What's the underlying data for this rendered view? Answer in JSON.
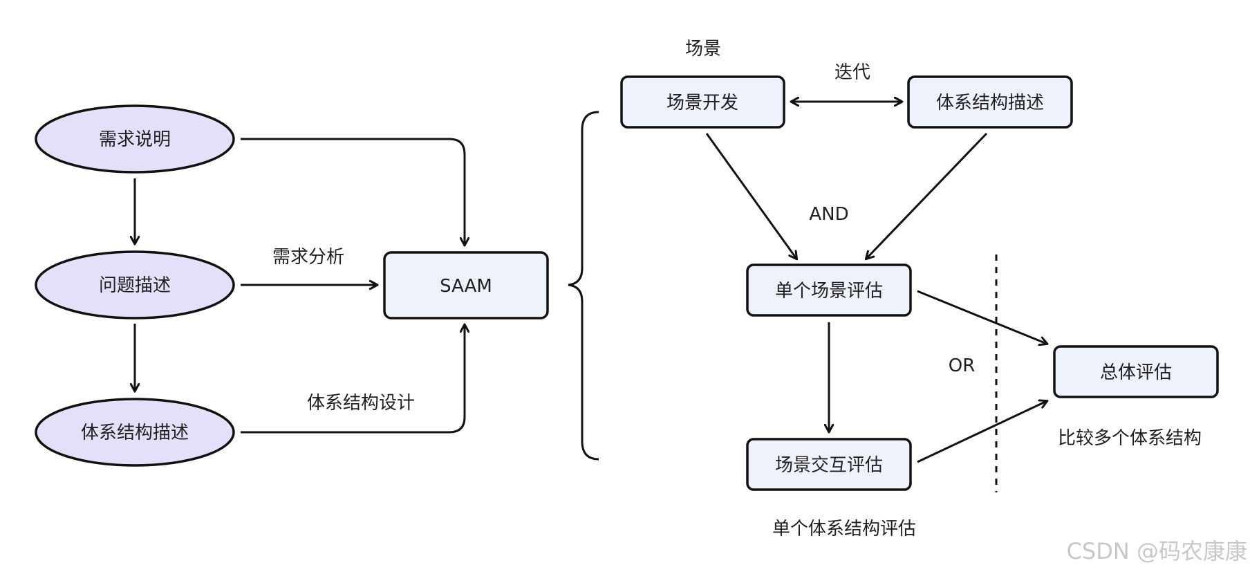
{
  "nodes": {
    "requirements_spec": "需求说明",
    "problem_desc": "问题描述",
    "arch_desc_left": "体系结构描述",
    "saam": "SAAM",
    "scenario_dev": "场景开发",
    "arch_desc_right": "体系结构描述",
    "single_scenario_eval": "单个场景评估",
    "scenario_interaction_eval": "场景交互评估",
    "overall_eval": "总体评估"
  },
  "labels": {
    "req_analysis": "需求分析",
    "arch_design": "体系结构设计",
    "scenario": "场景",
    "iteration": "迭代",
    "and": "AND",
    "or": "OR",
    "compare_archs": "比较多个体系结构",
    "single_arch_eval": "单个体系结构评估"
  },
  "watermark": "CSDN @码农康康",
  "colors": {
    "ellipse_fill": "#e6dffa",
    "box_fill": "#eef2fb",
    "stroke": "#111111"
  }
}
